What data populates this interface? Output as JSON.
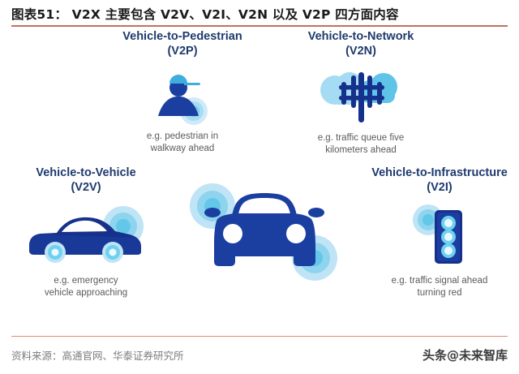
{
  "header": {
    "title": "图表51： V2X 主要包含 V2V、V2I、V2N 以及 V2P 四方面内容",
    "rule_color": "#c0725c"
  },
  "footer": {
    "source": "资料来源：高通官网、华泰证券研究所",
    "watermark": "头条@未来智库",
    "rule_color": "#d98e70"
  },
  "palette": {
    "heading_blue": "#1f3a6e",
    "icon_dark_blue": "#1b3fa0",
    "icon_deep_blue": "#16318c",
    "icon_light_blue": "#6fd0ef",
    "icon_pale_blue": "#bfe6f7",
    "caption_gray": "#5b5b5b"
  },
  "quadrants": [
    {
      "id": "v2p",
      "title": "Vehicle-to-Pedestrian",
      "abbr": "(V2P)",
      "icon": "pedestrian-icon",
      "caption_line1": "e.g. pedestrian in",
      "caption_line2": "walkway ahead"
    },
    {
      "id": "v2n",
      "title": "Vehicle-to-Network",
      "abbr": "(V2N)",
      "icon": "cell-tower-cloud-icon",
      "caption_line1": "e.g. traffic queue five",
      "caption_line2": "kilometers ahead"
    },
    {
      "id": "v2v",
      "title": "Vehicle-to-Vehicle",
      "abbr": "(V2V)",
      "icon": "car-side-icon",
      "caption_line1": "e.g. emergency",
      "caption_line2": "vehicle approaching"
    },
    {
      "id": "v2i",
      "title": "Vehicle-to-Infrastructure",
      "abbr": "(V2I)",
      "icon": "traffic-light-icon",
      "caption_line1": "e.g. traffic signal ahead",
      "caption_line2": "turning red"
    }
  ],
  "center": {
    "icon": "car-front-icon"
  }
}
